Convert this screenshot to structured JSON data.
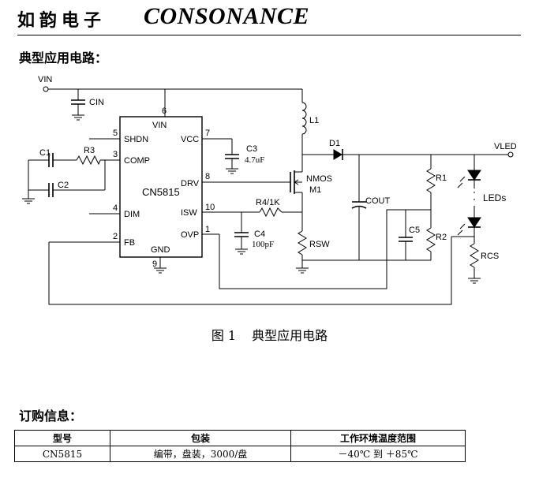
{
  "header": {
    "company_cn": "如韵电子",
    "company_en": "CONSONANCE"
  },
  "section_circuit_title": "典型应用电路：",
  "schematic": {
    "chip_name": "CN5815",
    "pins": {
      "vin": "VIN",
      "shdn": "SHDN",
      "comp": "COMP",
      "dim": "DIM",
      "fb": "FB",
      "gnd": "GND",
      "vcc": "VCC",
      "drv": "DRV",
      "isw": "ISW",
      "ovp": "OVP"
    },
    "pin_numbers": {
      "vin": "6",
      "shdn": "5",
      "comp": "3",
      "dim": "4",
      "fb": "2",
      "gnd": "9",
      "vcc": "7",
      "drv": "8",
      "isw": "10",
      "ovp": "1"
    },
    "labels": {
      "vin_node": "VIN",
      "cin": "CIN",
      "l1": "L1",
      "d1": "D1",
      "c3": "C3",
      "c3_value": "4.7uF",
      "nmos": "NMOS",
      "m1": "M1",
      "c1": "C1",
      "r3": "R3",
      "c2": "C2",
      "r4": "R4/1K",
      "c4": "C4",
      "c4_value": "100pF",
      "rsw": "RSW",
      "cout": "COUT",
      "c5": "C5",
      "r1": "R1",
      "r2": "R2",
      "vled": "VLED",
      "leds": "LEDs",
      "rcs": "RCS"
    }
  },
  "figure_caption": {
    "number": "图 1",
    "text": "典型应用电路"
  },
  "section_order_title": "订购信息：",
  "order_table": {
    "headers": [
      "型号",
      "包装",
      "工作环境温度范围"
    ],
    "rows": [
      [
        "CN5815",
        "编带，盘装，3000/盘",
        "－40℃ 到 ＋85℃"
      ]
    ]
  }
}
